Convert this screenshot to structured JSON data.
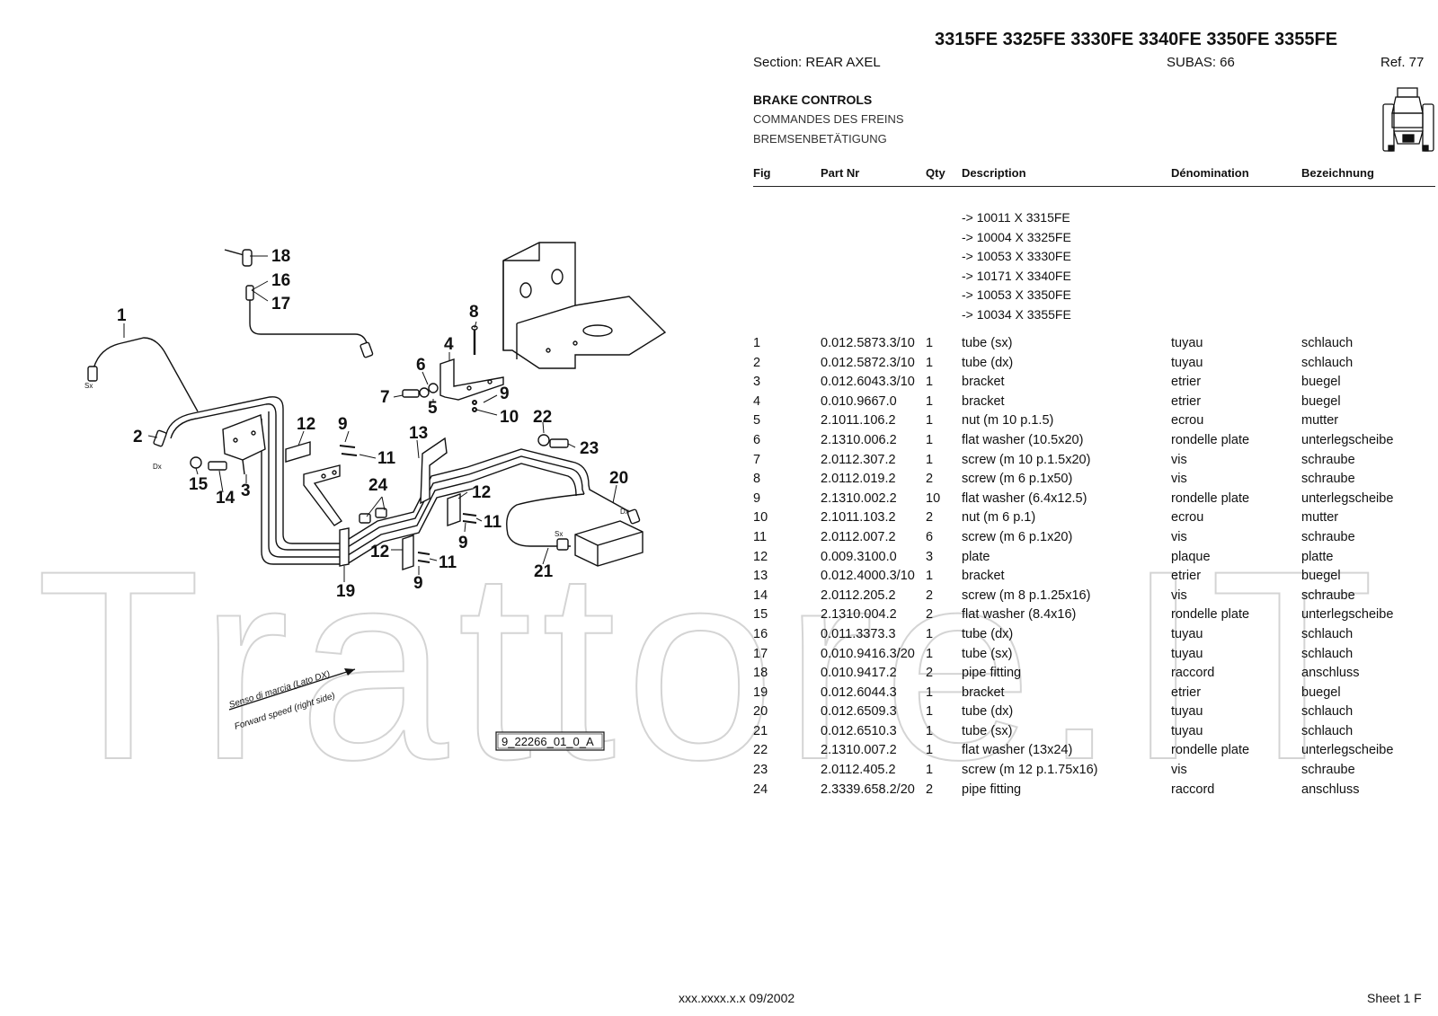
{
  "header": {
    "models": "3315FE 3325FE 3330FE 3340FE 3350FE 3355FE",
    "section": "Section: REAR AXEL",
    "subas": "SUBAS: 66",
    "ref": "Ref. 77",
    "title_en": "BRAKE CONTROLS",
    "title_fr": "COMMANDES DES FREINS",
    "title_de": "BREMSENBETÄTIGUNG"
  },
  "columns": {
    "fig": "Fig",
    "part": "Part Nr",
    "qty": "Qty",
    "desc": "Description",
    "den": "Dénomination",
    "bez": "Bezeichnung"
  },
  "variants": [
    "-> 10011 X  3315FE",
    "-> 10004 X  3325FE",
    "-> 10053 X  3330FE",
    "-> 10171 X  3340FE",
    "-> 10053 X  3350FE",
    "-> 10034 X  3355FE"
  ],
  "parts": [
    {
      "fig": "1",
      "part": "0.012.5873.3/10",
      "qty": "1",
      "desc": "tube (sx)",
      "den": "tuyau",
      "bez": "schlauch"
    },
    {
      "fig": "2",
      "part": "0.012.5872.3/10",
      "qty": "1",
      "desc": "tube (dx)",
      "den": "tuyau",
      "bez": "schlauch"
    },
    {
      "fig": "3",
      "part": "0.012.6043.3/10",
      "qty": "1",
      "desc": "bracket",
      "den": "etrier",
      "bez": "buegel"
    },
    {
      "fig": "4",
      "part": "0.010.9667.0",
      "qty": "1",
      "desc": "bracket",
      "den": "etrier",
      "bez": "buegel"
    },
    {
      "fig": "5",
      "part": "2.1011.106.2",
      "qty": "1",
      "desc": "nut (m 10 p.1.5)",
      "den": "ecrou",
      "bez": "mutter"
    },
    {
      "fig": "6",
      "part": "2.1310.006.2",
      "qty": "1",
      "desc": "flat washer (10.5x20)",
      "den": "rondelle plate",
      "bez": "unterlegscheibe"
    },
    {
      "fig": "7",
      "part": "2.0112.307.2",
      "qty": "1",
      "desc": "screw (m 10 p.1.5x20)",
      "den": "vis",
      "bez": "schraube"
    },
    {
      "fig": "8",
      "part": "2.0112.019.2",
      "qty": "2",
      "desc": "screw (m 6 p.1x50)",
      "den": "vis",
      "bez": "schraube"
    },
    {
      "fig": "9",
      "part": "2.1310.002.2",
      "qty": "10",
      "desc": "flat washer (6.4x12.5)",
      "den": "rondelle plate",
      "bez": "unterlegscheibe"
    },
    {
      "fig": "10",
      "part": "2.1011.103.2",
      "qty": "2",
      "desc": "nut (m 6 p.1)",
      "den": "ecrou",
      "bez": "mutter"
    },
    {
      "fig": "11",
      "part": "2.0112.007.2",
      "qty": "6",
      "desc": "screw (m 6 p.1x20)",
      "den": "vis",
      "bez": "schraube"
    },
    {
      "fig": "12",
      "part": "0.009.3100.0",
      "qty": "3",
      "desc": "plate",
      "den": "plaque",
      "bez": "platte"
    },
    {
      "fig": "13",
      "part": "0.012.4000.3/10",
      "qty": "1",
      "desc": "bracket",
      "den": "etrier",
      "bez": "buegel"
    },
    {
      "fig": "14",
      "part": "2.0112.205.2",
      "qty": "2",
      "desc": "screw (m 8 p.1.25x16)",
      "den": "vis",
      "bez": "schraube"
    },
    {
      "fig": "15",
      "part": "2.1310.004.2",
      "qty": "2",
      "desc": "flat washer (8.4x16)",
      "den": "rondelle plate",
      "bez": "unterlegscheibe"
    },
    {
      "fig": "16",
      "part": "0.011.3373.3",
      "qty": "1",
      "desc": "tube (dx)",
      "den": "tuyau",
      "bez": "schlauch"
    },
    {
      "fig": "17",
      "part": "0.010.9416.3/20",
      "qty": "1",
      "desc": "tube (sx)",
      "den": "tuyau",
      "bez": "schlauch"
    },
    {
      "fig": "18",
      "part": "0.010.9417.2",
      "qty": "2",
      "desc": "pipe fitting",
      "den": "raccord",
      "bez": "anschluss"
    },
    {
      "fig": "19",
      "part": "0.012.6044.3",
      "qty": "1",
      "desc": "bracket",
      "den": "etrier",
      "bez": "buegel"
    },
    {
      "fig": "20",
      "part": "0.012.6509.3",
      "qty": "1",
      "desc": "tube (dx)",
      "den": "tuyau",
      "bez": "schlauch"
    },
    {
      "fig": "21",
      "part": "0.012.6510.3",
      "qty": "1",
      "desc": "tube (sx)",
      "den": "tuyau",
      "bez": "schlauch"
    },
    {
      "fig": "22",
      "part": "2.1310.007.2",
      "qty": "1",
      "desc": "flat washer (13x24)",
      "den": "rondelle plate",
      "bez": "unterlegscheibe"
    },
    {
      "fig": "23",
      "part": "2.0112.405.2",
      "qty": "1",
      "desc": "screw (m 12 p.1.75x16)",
      "den": "vis",
      "bez": "schraube"
    },
    {
      "fig": "24",
      "part": "2.3339.658.2/20",
      "qty": "2",
      "desc": "pipe fitting",
      "den": "raccord",
      "bez": "anschluss"
    }
  ],
  "diagram": {
    "callouts": [
      "1",
      "2",
      "3",
      "4",
      "5",
      "6",
      "7",
      "8",
      "9",
      "10",
      "11",
      "12",
      "13",
      "14",
      "15",
      "16",
      "17",
      "18",
      "19",
      "20",
      "21",
      "22",
      "23",
      "24"
    ],
    "sx_label": "Sx",
    "dx_label": "Dx",
    "direction_it": "Senso di marcia (Lato DX)",
    "direction_en": "Forward speed (right side)",
    "drawing_code": "9_22266_01_0_A"
  },
  "watermark": "Trattore.IT",
  "footer": {
    "code_date": "xxx.xxxx.x.x  09/2002",
    "sheet": "Sheet 1 F"
  }
}
